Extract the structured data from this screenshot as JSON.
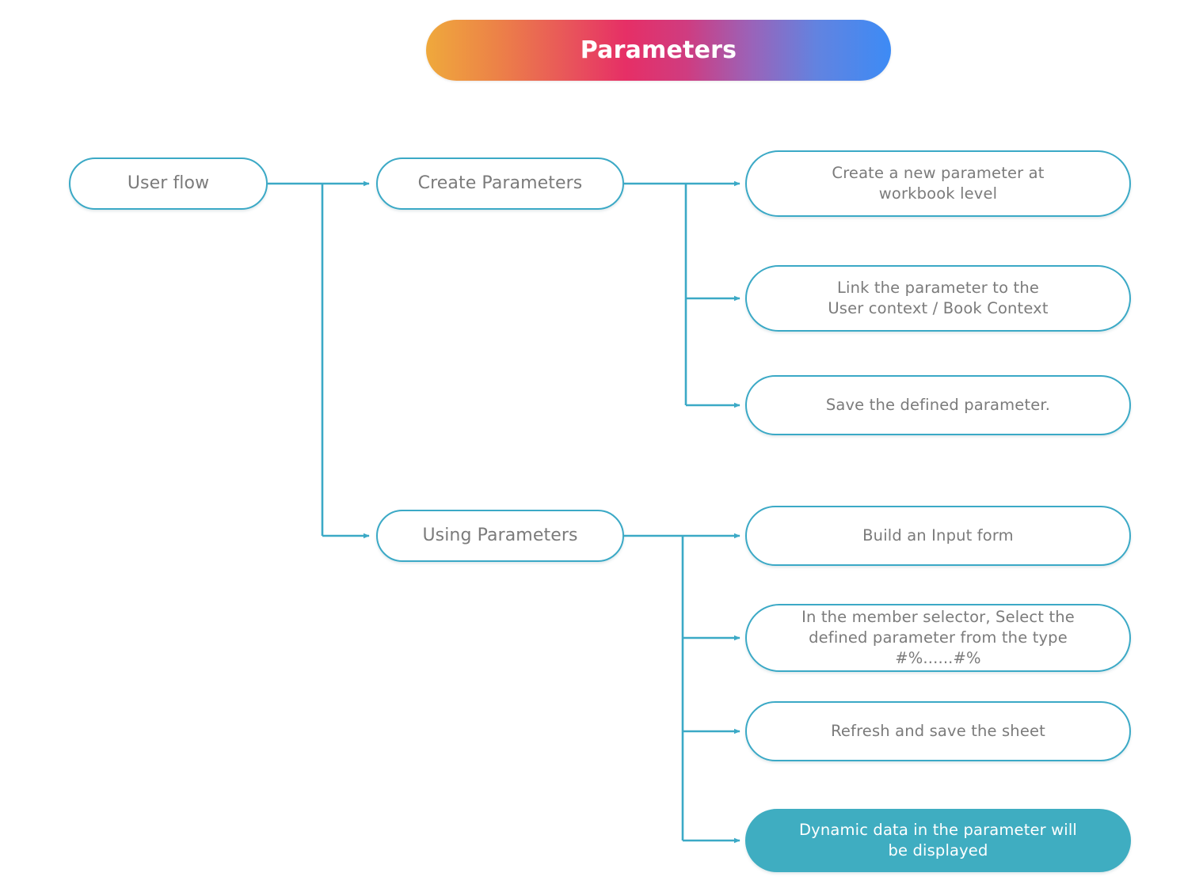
{
  "banner": {
    "title": "Parameters",
    "gradient_from": "#efa93c",
    "gradient_mid_pink": "#e62f66",
    "gradient_mid_purple": "#9a63b9",
    "gradient_to": "#3d8bf5",
    "text_color": "#ffffff"
  },
  "theme": {
    "line_color": "#3ba9c6",
    "node_border": "#3ba9c6",
    "node_text": "#7b7b7b",
    "node_fill": "#ffffff",
    "highlight_fill": "#3fadc1",
    "highlight_text": "#ffffff"
  },
  "flow": {
    "root": {
      "label": "User flow"
    },
    "branches": [
      {
        "label": "Create Parameters",
        "steps": [
          {
            "label": "Create a new parameter at\nworkbook level",
            "highlighted": false
          },
          {
            "label": "Link the parameter to the\nUser context / Book Context",
            "highlighted": false
          },
          {
            "label": "Save the defined parameter.",
            "highlighted": false
          }
        ]
      },
      {
        "label": "Using Parameters",
        "steps": [
          {
            "label": "Build an Input form",
            "highlighted": false
          },
          {
            "label": "In the member selector, Select  the\ndefined parameter from the type\n#%......#%",
            "highlighted": false
          },
          {
            "label": "Refresh and save the sheet",
            "highlighted": false
          },
          {
            "label": "Dynamic data in the parameter will\nbe displayed",
            "highlighted": true
          }
        ]
      }
    ]
  }
}
